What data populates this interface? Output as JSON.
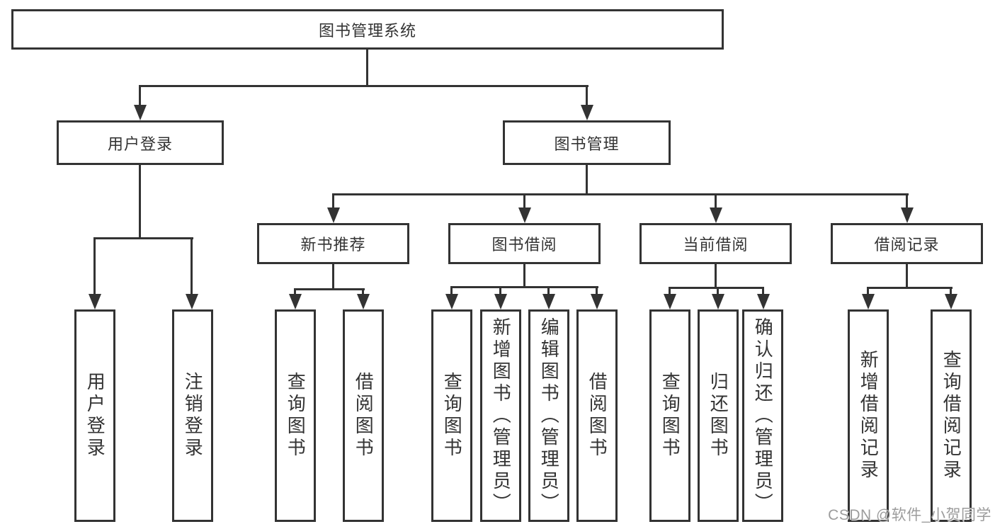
{
  "diagram": {
    "title": "图书管理系统",
    "children": [
      {
        "label": "用户登录",
        "children": [
          {
            "label": "用户登录"
          },
          {
            "label": "注销登录"
          }
        ]
      },
      {
        "label": "图书管理",
        "children": [
          {
            "label": "新书推荐",
            "children": [
              {
                "label": "查询图书"
              },
              {
                "label": "借阅图书"
              }
            ]
          },
          {
            "label": "图书借阅",
            "children": [
              {
                "label": "查询图书"
              },
              {
                "label": "新增图书（管理员）"
              },
              {
                "label": "编辑图书（管理员）"
              },
              {
                "label": "借阅图书"
              }
            ]
          },
          {
            "label": "当前借阅",
            "children": [
              {
                "label": "查询图书"
              },
              {
                "label": "归还图书"
              },
              {
                "label": "确认归还（管理员）"
              }
            ]
          },
          {
            "label": "借阅记录",
            "children": [
              {
                "label": "新增借阅记录"
              },
              {
                "label": "查询借阅记录"
              }
            ]
          }
        ]
      }
    ]
  },
  "watermark": {
    "text": "CSDN @软件_小贺同学"
  },
  "colors": {
    "line": "#333333",
    "box_background": "#ffffff",
    "text": "#333333",
    "watermark": "#9c9c9c"
  }
}
